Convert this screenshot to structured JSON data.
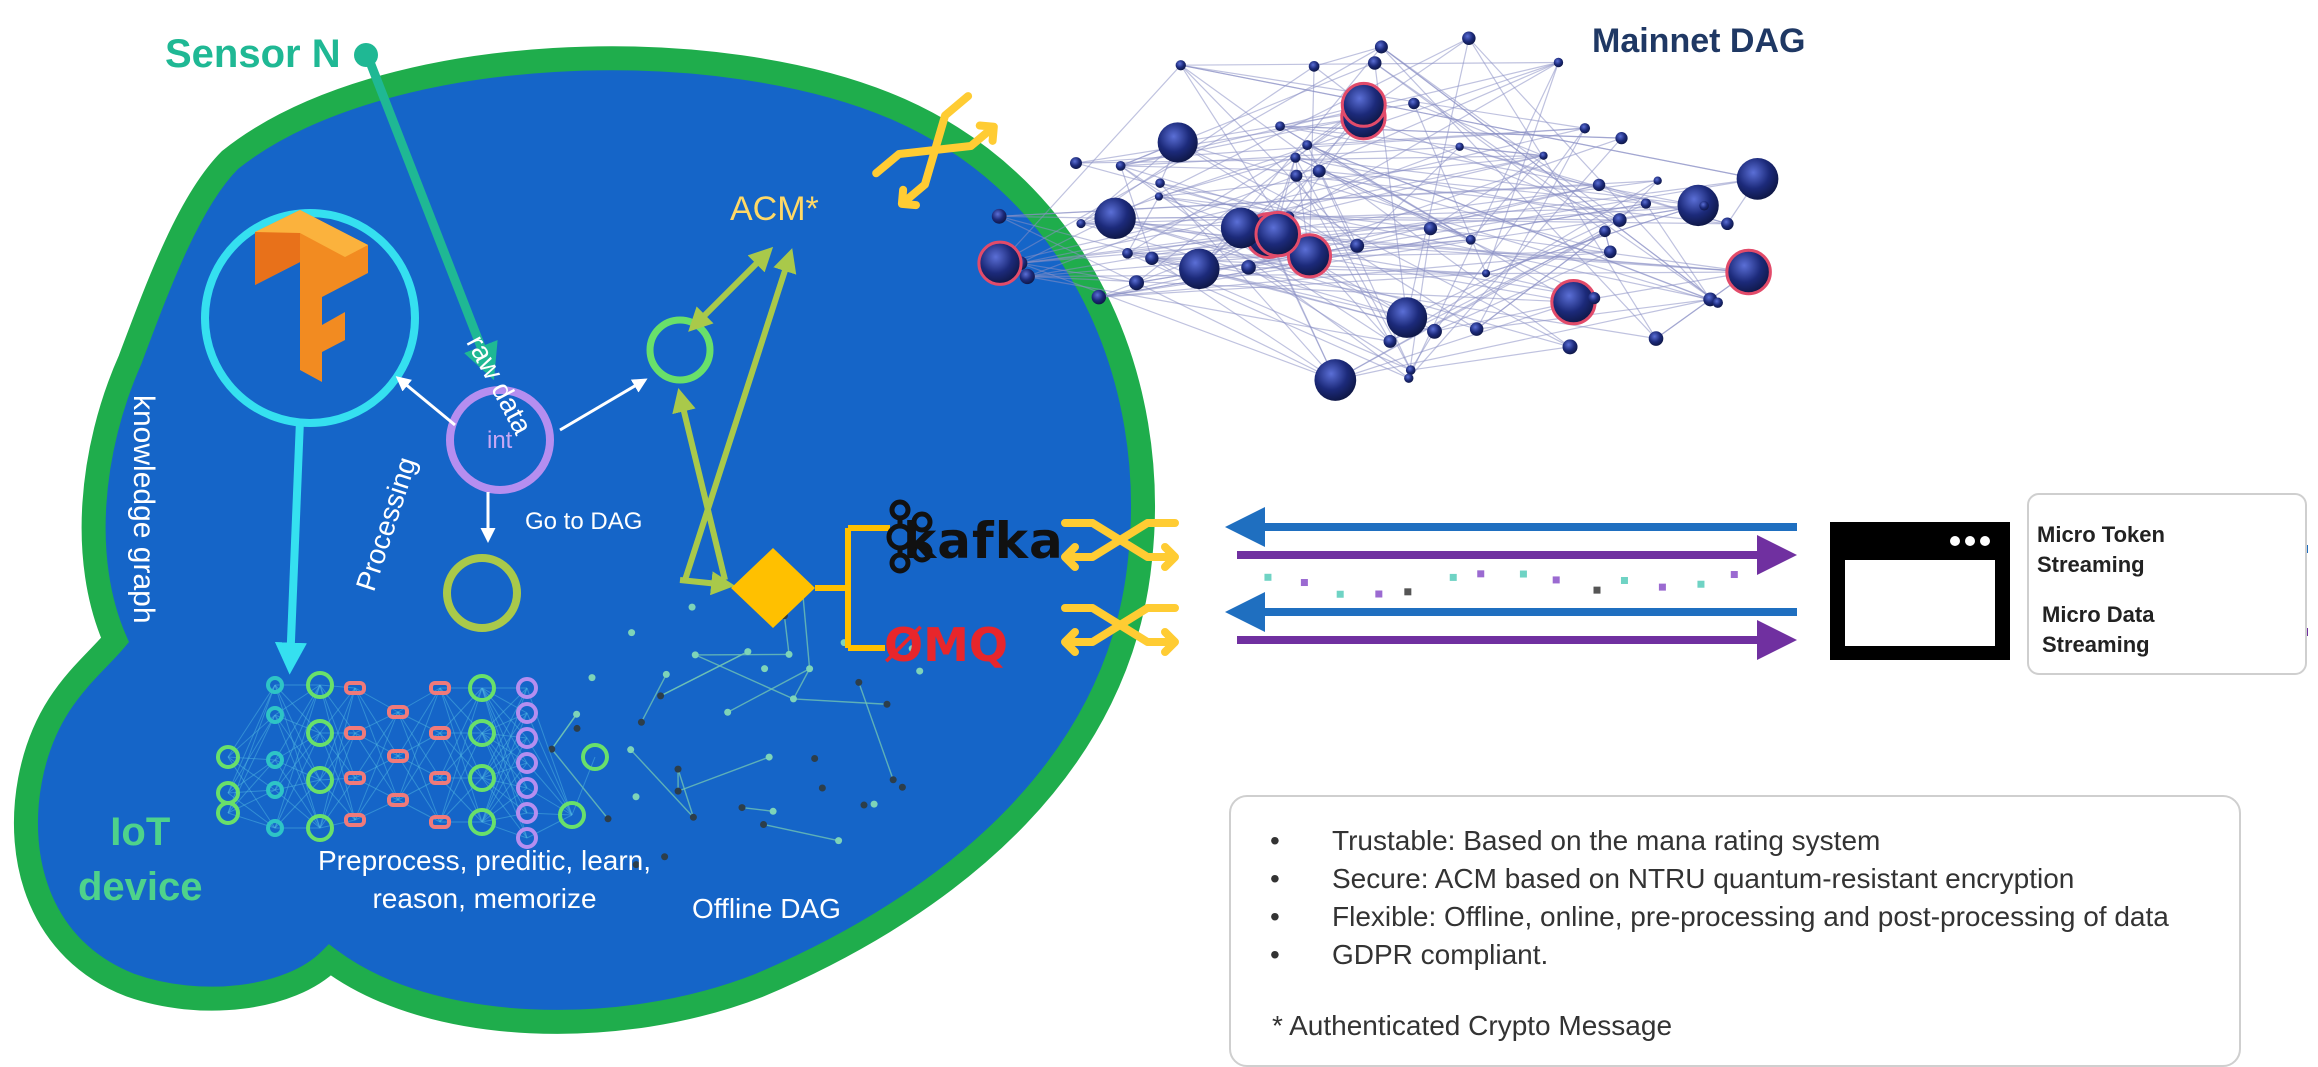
{
  "diagram": {
    "sensor_label": "Sensor N",
    "mainnet_label": "Mainnet DAG",
    "acm_label": "ACM*",
    "raw_data_label": "raw data",
    "knowledge_graph_label": "knowledge graph",
    "processing_label": "Processing",
    "go_to_dag_label": "Go to DAG",
    "int_label": "int",
    "preprocess_line1": "Preprocess, preditic, learn,",
    "preprocess_line2": "reason, memorize",
    "offline_dag_label": "Offline DAG",
    "iot_line1": "IoT",
    "iot_line2": "device",
    "kafka_label": "kafka",
    "zmq_label": "ØMQ"
  },
  "legend": {
    "token_line1": "Micro Token",
    "token_line2": "Streaming",
    "token_color": "#1f6fc0",
    "data_line1": "Micro Data",
    "data_line2": "Streaming",
    "data_color": "#7030a0"
  },
  "info": {
    "bullets": [
      "Trustable: Based on the mana rating system",
      "Secure: ACM based on NTRU quantum-resistant encryption",
      "Flexible: Offline, online, pre-processing and post-processing of data",
      "GDPR compliant."
    ],
    "bullet_glyph": "•",
    "footnote": "* Authenticated Crypto Message"
  },
  "colors": {
    "device_fill": "#1565c8",
    "device_border": "#1fad4c",
    "sensor_teal": "#1fb894",
    "acm_yellow": "#ffd966",
    "swap_yellow": "#ffcc33",
    "diamond_yellow": "#ffc000",
    "cyan": "#35e0f0",
    "purple_ring": "#b58ef0",
    "green_ring": "#92d050",
    "dark_node": "#1f2d6b"
  },
  "icons": [
    "tensorflow-logo",
    "kafka-logo",
    "zeromq-logo",
    "browser-window-icon",
    "swap-arrows-icon",
    "diamond-decision-icon"
  ]
}
